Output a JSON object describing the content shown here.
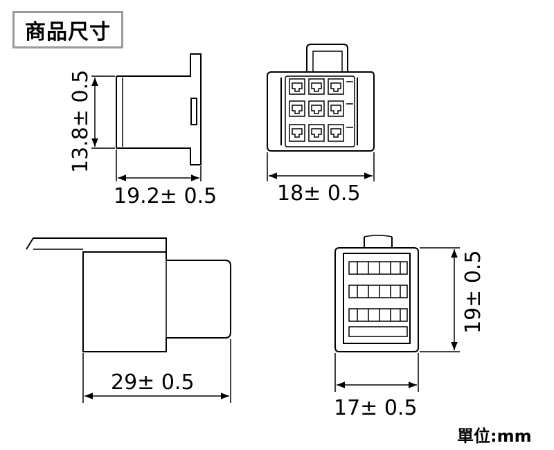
{
  "title": "商品尺寸",
  "unit_label": "單位:mm",
  "dimensions": {
    "side_height": "13.8± 0.5",
    "side_length": "19.2± 0.5",
    "front_width": "18± 0.5",
    "plug_length": "29± 0.5",
    "back_height": "19± 0.5",
    "back_width": "17± 0.5"
  }
}
